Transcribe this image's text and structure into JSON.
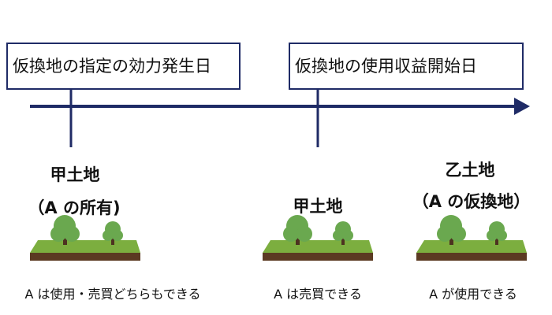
{
  "timeline": {
    "effective_date_label": "仮換地の指定の効力発生日",
    "use_start_label": "仮換地の使用収益開始日"
  },
  "periods": [
    {
      "land_name": "甲土地",
      "land_note": "（A の所有)",
      "caption": "A は使用・売買どちらもできる"
    },
    {
      "land_name": "甲土地",
      "land_note": "",
      "caption": "A は売買できる"
    },
    {
      "land_name": "乙土地",
      "land_note": "（A の仮換地）",
      "caption": "A が使用できる"
    }
  ],
  "colors": {
    "axis": "#1f2b66",
    "grass": "#7cae3f",
    "grass_side": "#5c8a2c",
    "soil": "#5b3a22",
    "tree": "#6aa84f",
    "trunk": "#4d3220"
  }
}
